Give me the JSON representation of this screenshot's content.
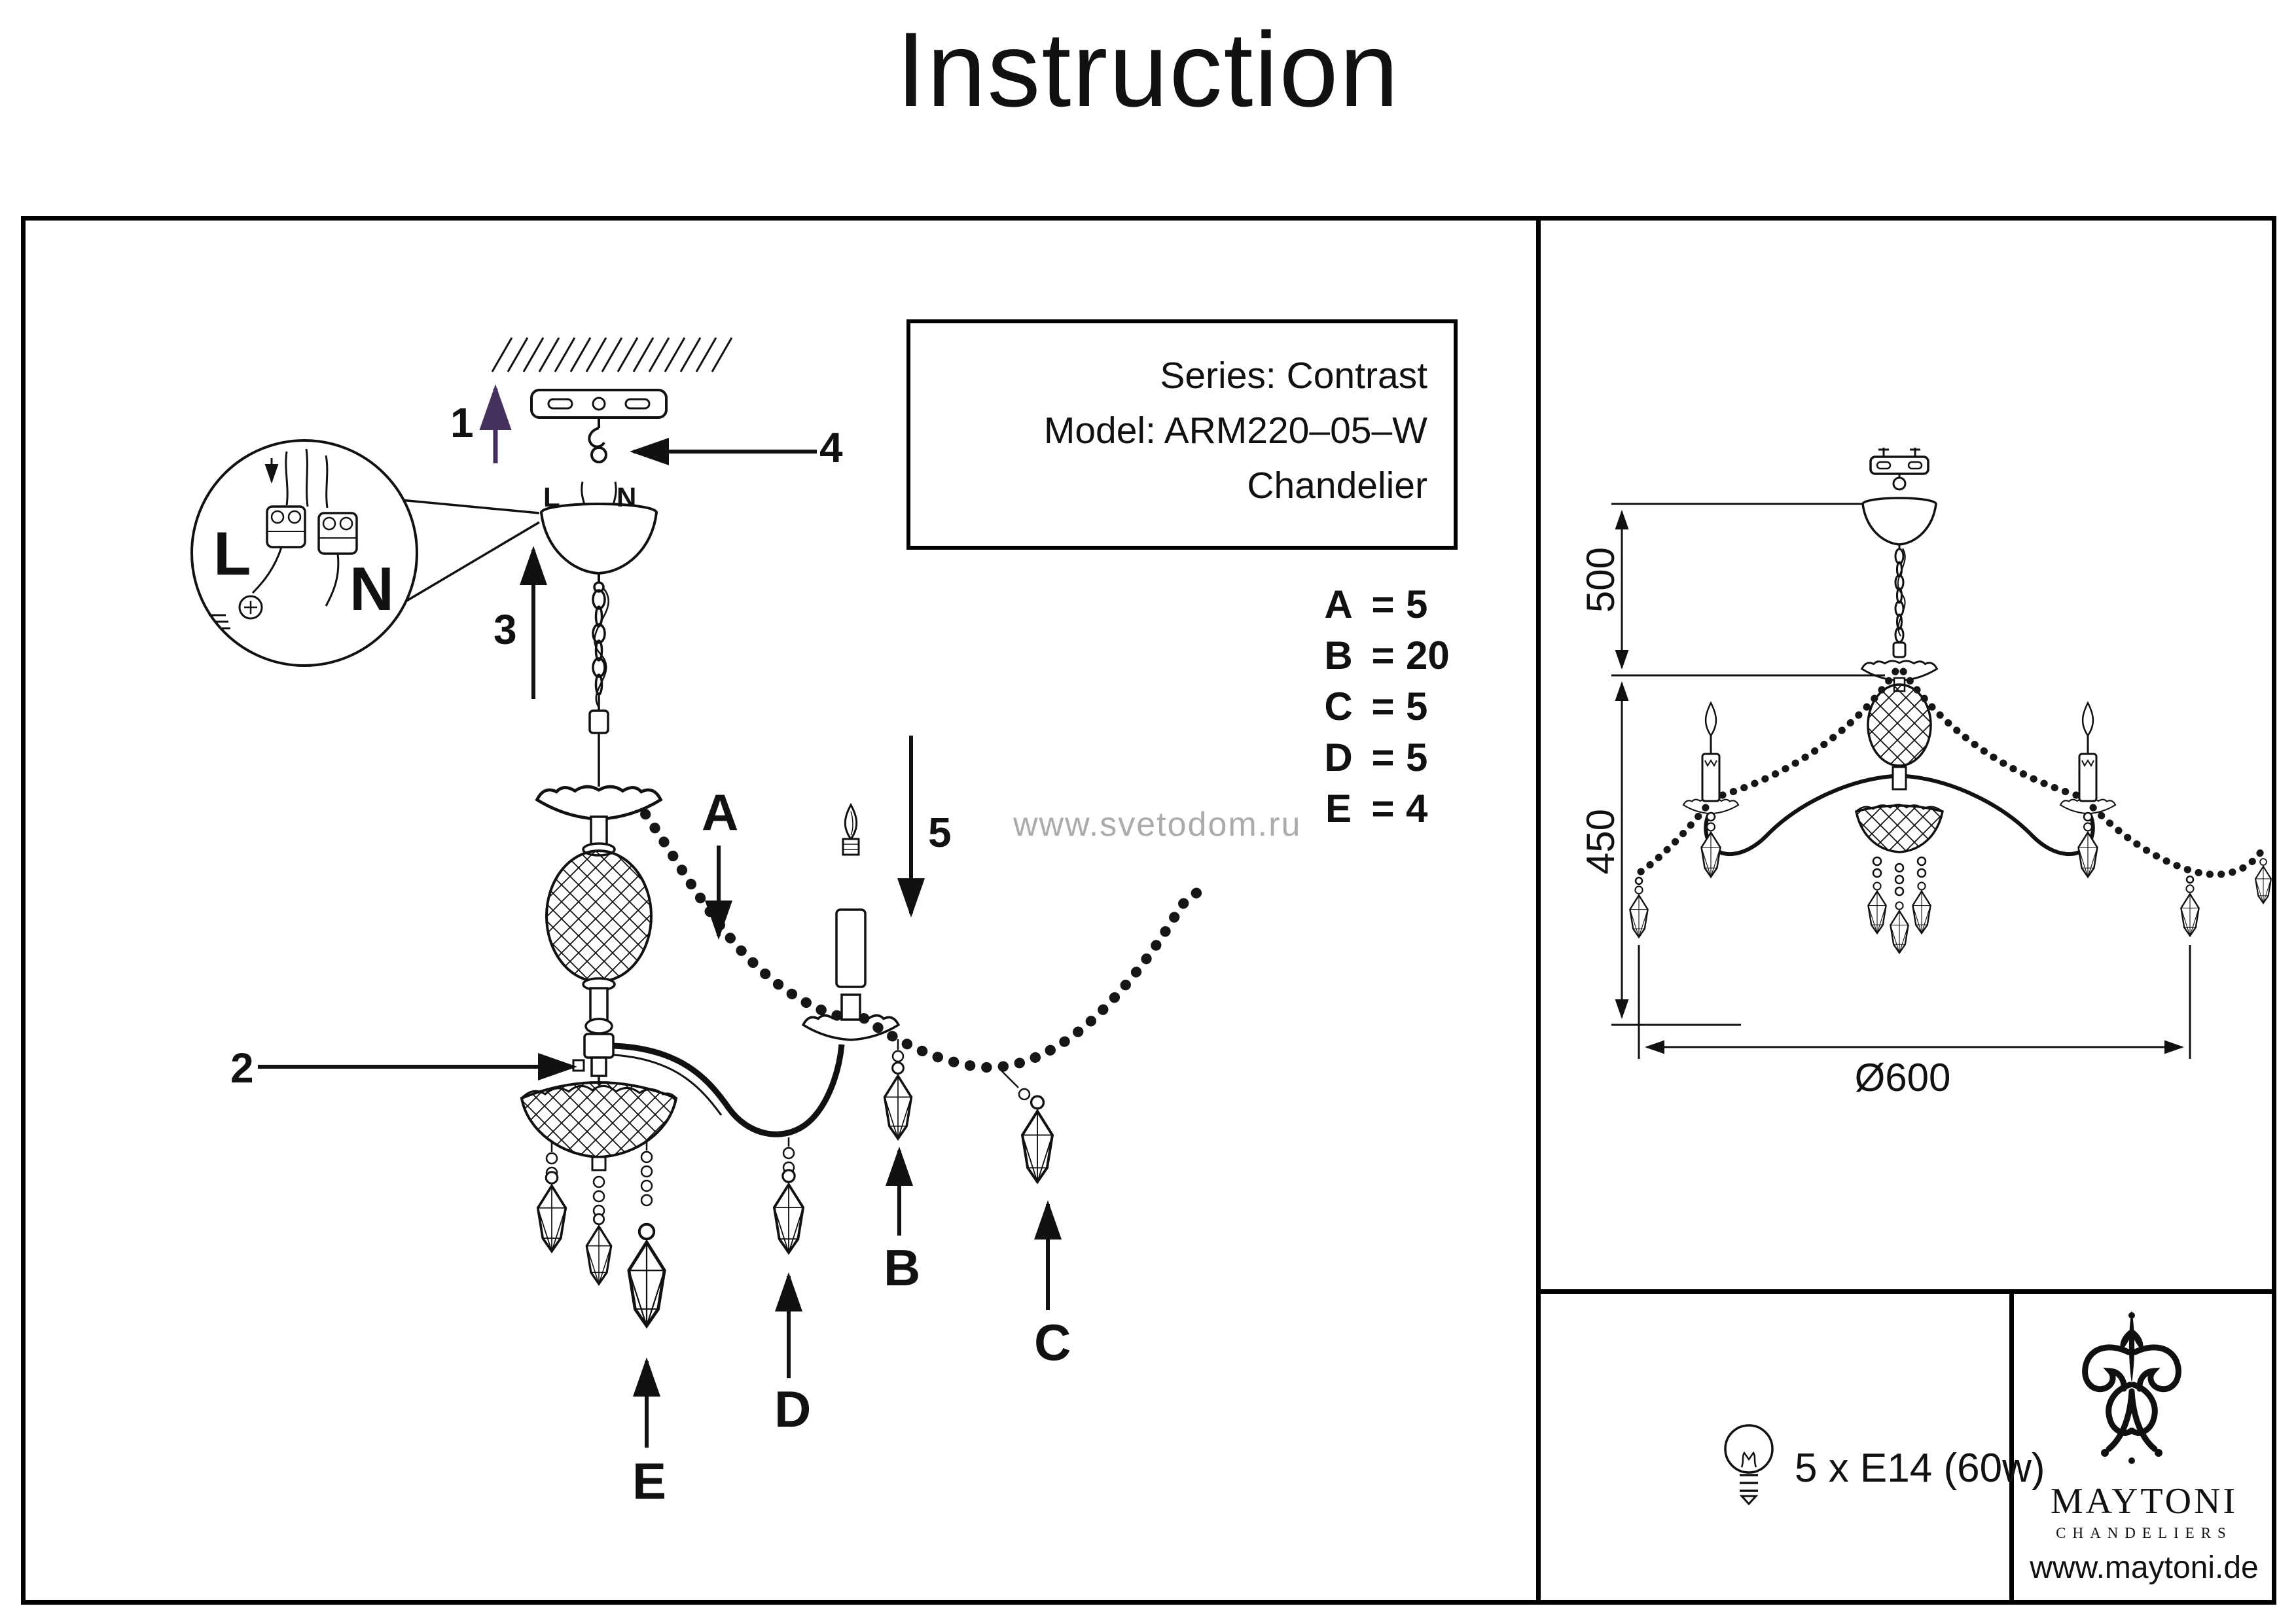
{
  "page": {
    "title": "Instruction"
  },
  "info_box": {
    "line1": "Series: Contrast",
    "line2": "Model: ARM220–05–W",
    "line3": "Chandelier"
  },
  "parts": [
    {
      "letter": "A",
      "eq": "=",
      "qty": "5"
    },
    {
      "letter": "B",
      "eq": "=",
      "qty": "20"
    },
    {
      "letter": "C",
      "eq": "=",
      "qty": "5"
    },
    {
      "letter": "D",
      "eq": "=",
      "qty": "5"
    },
    {
      "letter": "E",
      "eq": "=",
      "qty": "4"
    }
  ],
  "callouts": {
    "step1": "1",
    "step2": "2",
    "step3": "3",
    "step4": "4",
    "step5": "5",
    "partA": "A",
    "partB": "B",
    "partC": "C",
    "partD": "D",
    "partE": "E"
  },
  "wiring_detail": {
    "live": "L",
    "neutral": "N"
  },
  "canopy_terminals": {
    "live": "L",
    "neutral": "N"
  },
  "watermark": "www.svetodom.ru",
  "dimensions": {
    "upper": "500",
    "lower": "450",
    "diameter": "Ø600"
  },
  "lamp_spec": "5 x E14 (60w)",
  "brand": {
    "name": "MAYTONI",
    "tagline": "CHANDELIERS",
    "website": "www.maytoni.de"
  },
  "colors": {
    "accent_arrow": "#46315e",
    "watermark_gray": "#ababab",
    "line": "#111111"
  }
}
